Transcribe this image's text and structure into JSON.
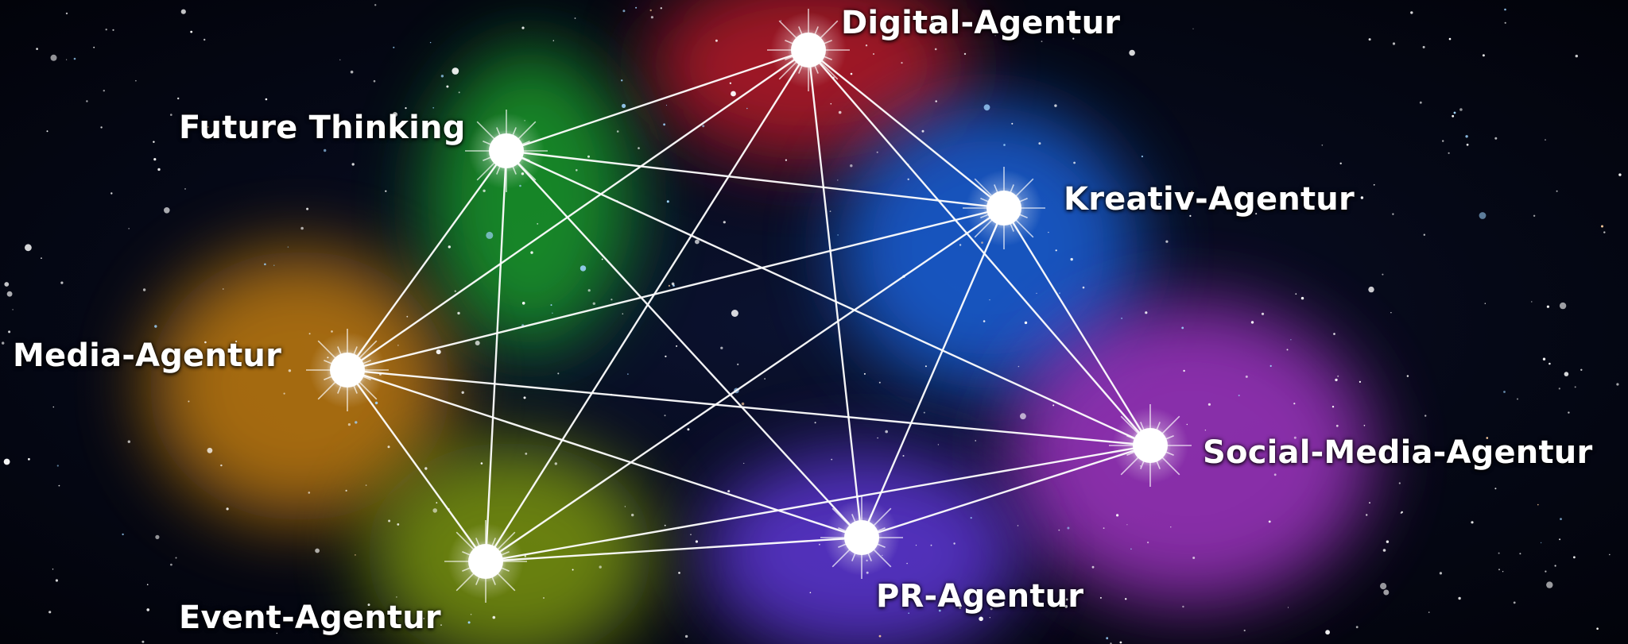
{
  "network": {
    "nodes": [
      {
        "id": "digital",
        "label": "Digital-Agentur",
        "color": "#d01a2a"
      },
      {
        "id": "future",
        "label": "Future Thinking",
        "color": "#1fae2c"
      },
      {
        "id": "kreativ",
        "label": "Kreativ-Agentur",
        "color": "#1d6cf0"
      },
      {
        "id": "media",
        "label": "Media-Agentur",
        "color": "#d98a10"
      },
      {
        "id": "social",
        "label": "Social-Media-Agentur",
        "color": "#b43ad8"
      },
      {
        "id": "pr",
        "label": "PR-Agentur",
        "color": "#6a3df0"
      },
      {
        "id": "event",
        "label": "Event-Agentur",
        "color": "#8aa810"
      }
    ],
    "edges": "all-pairs"
  }
}
